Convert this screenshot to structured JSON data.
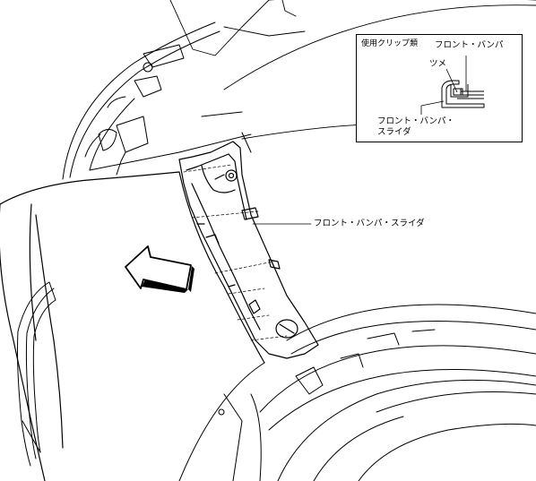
{
  "callout": {
    "title": "使用クリップ類",
    "bumper_label": "フロント・バンパ",
    "tab_label": "ツメ",
    "slider_label_line1": "フロント・バンパ・",
    "slider_label_line2": "スライダ"
  },
  "main_label": "フロント・バンパ・スライダ",
  "direction_arrow": "arrow-left-icon",
  "colors": {
    "ink": "#000000",
    "paper": "#ffffff"
  }
}
